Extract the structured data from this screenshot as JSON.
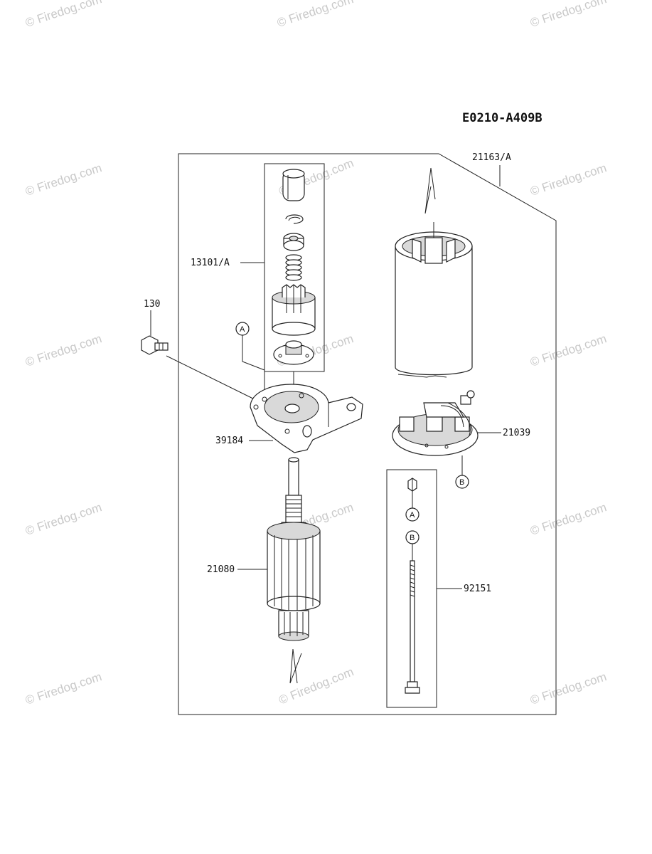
{
  "diagram": {
    "code": "E0210-A409B",
    "watermark": "© Firedog.com",
    "parts": {
      "cover": "21163/A",
      "clutch": "13101/A",
      "bolt": "130",
      "bracket": "39184",
      "brush_holder": "21039",
      "armature": "21080",
      "through_bolt": "92151"
    },
    "callouts": {
      "a": "A",
      "b": "B"
    }
  }
}
